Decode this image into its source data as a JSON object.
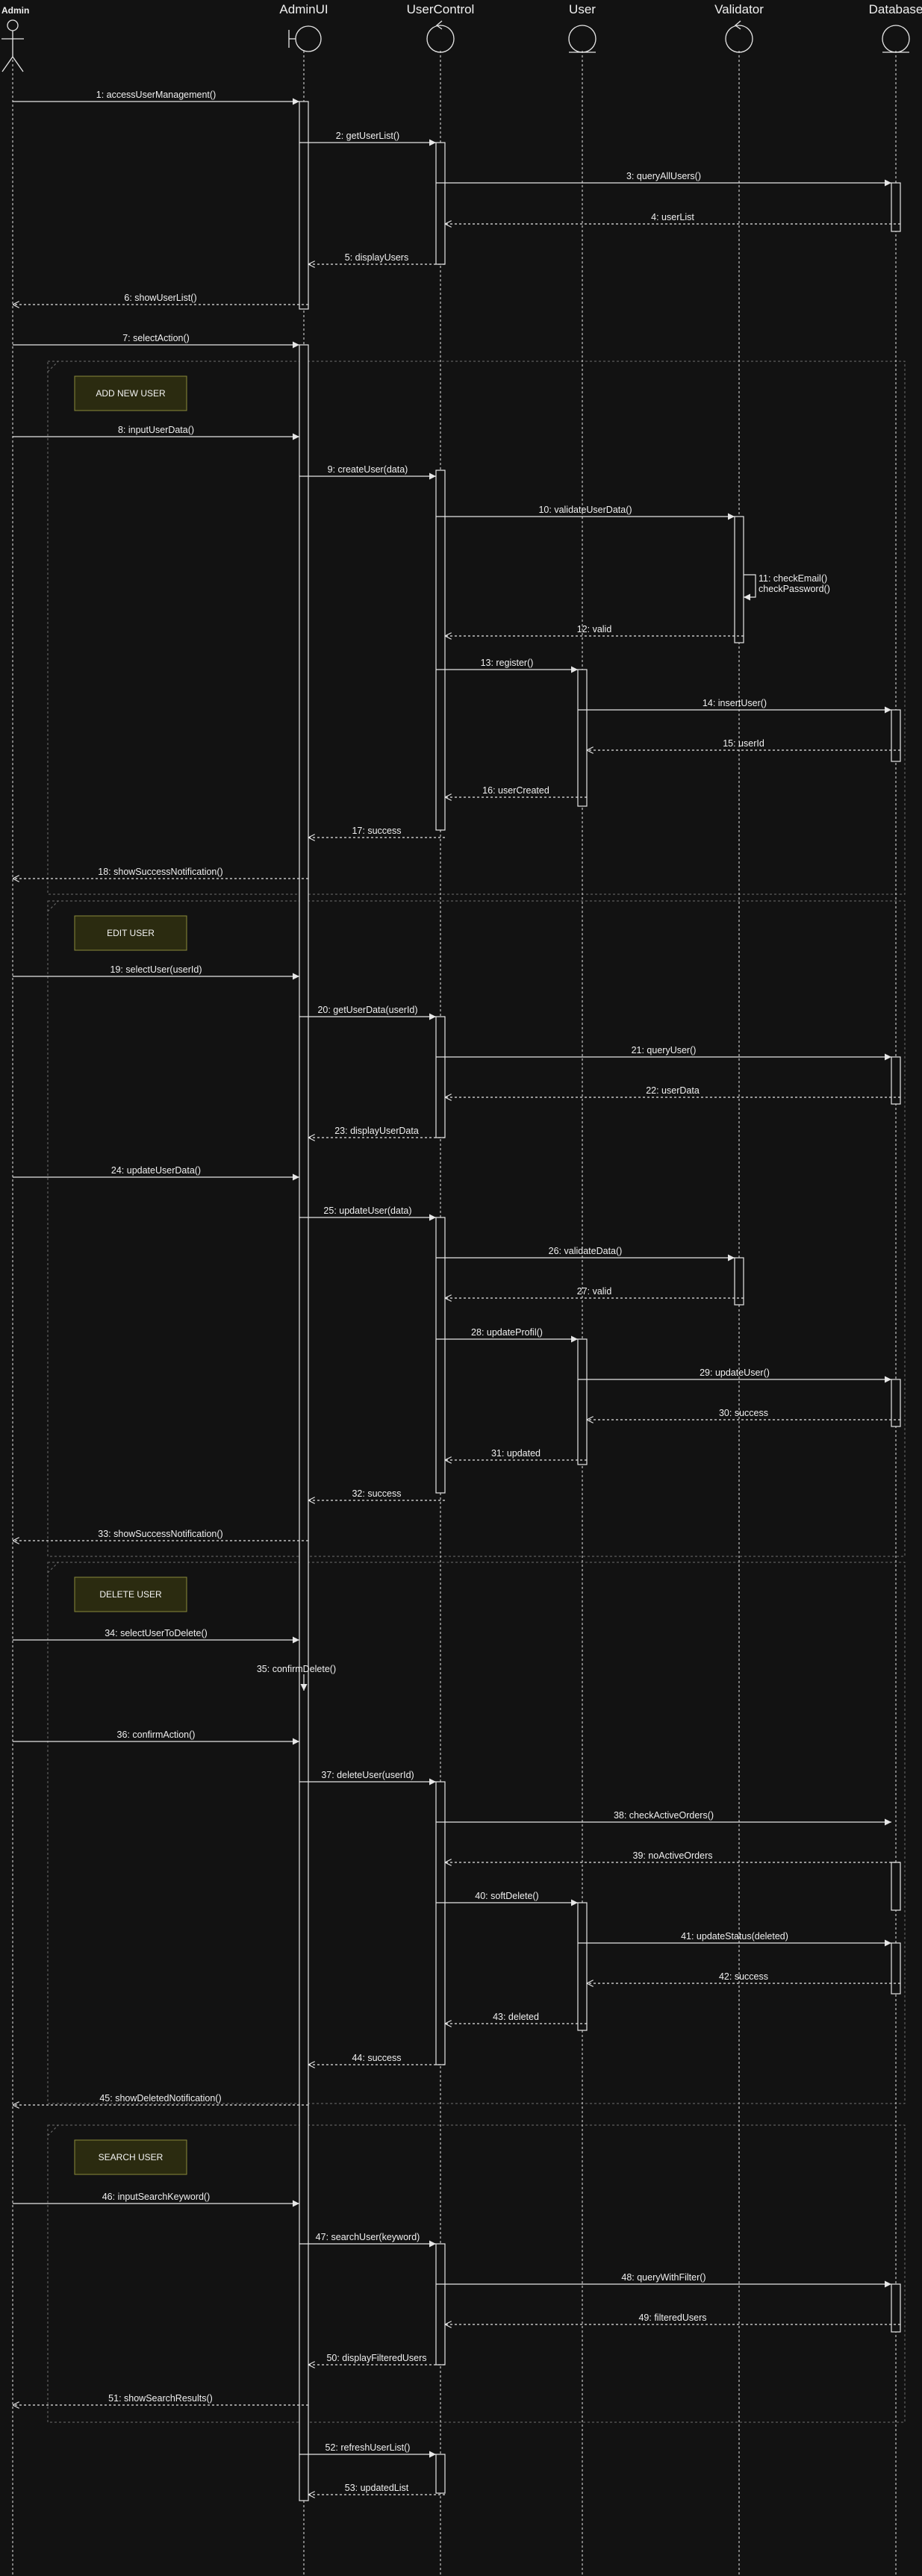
{
  "participants": [
    {
      "id": "admin",
      "label": "Admin",
      "type": "actor"
    },
    {
      "id": "adminui",
      "label": "AdminUI",
      "type": "boundary"
    },
    {
      "id": "usercontrol",
      "label": "UserControl",
      "type": "control"
    },
    {
      "id": "user",
      "label": "User",
      "type": "entity"
    },
    {
      "id": "validator",
      "label": "Validator",
      "type": "control"
    },
    {
      "id": "database",
      "label": "Database",
      "type": "entity"
    }
  ],
  "fragments": [
    {
      "label": "ADD NEW USER"
    },
    {
      "label": "EDIT USER"
    },
    {
      "label": "DELETE USER"
    },
    {
      "label": "SEARCH USER"
    }
  ],
  "messages": [
    {
      "from": "admin",
      "to": "adminui",
      "label": "1: accessUserManagement()",
      "return": false
    },
    {
      "from": "adminui",
      "to": "usercontrol",
      "label": "2: getUserList()",
      "return": false
    },
    {
      "from": "usercontrol",
      "to": "database",
      "label": "3: queryAllUsers()",
      "return": false
    },
    {
      "from": "database",
      "to": "usercontrol",
      "label": "4: userList",
      "return": true
    },
    {
      "from": "usercontrol",
      "to": "adminui",
      "label": "5: displayUsers",
      "return": true
    },
    {
      "from": "adminui",
      "to": "admin",
      "label": "6: showUserList()",
      "return": true
    },
    {
      "from": "admin",
      "to": "adminui",
      "label": "7: selectAction()",
      "return": false
    },
    {
      "from": "admin",
      "to": "adminui",
      "label": "8: inputUserData()",
      "return": false
    },
    {
      "from": "adminui",
      "to": "usercontrol",
      "label": "9: createUser(data)",
      "return": false
    },
    {
      "from": "usercontrol",
      "to": "validator",
      "label": "10: validateUserData()",
      "return": false
    },
    {
      "from": "validator",
      "to": "validator",
      "label": "11: checkEmail()\ncheckPassword()",
      "return": false
    },
    {
      "from": "validator",
      "to": "usercontrol",
      "label": "12: valid",
      "return": true
    },
    {
      "from": "usercontrol",
      "to": "user",
      "label": "13: register()",
      "return": false
    },
    {
      "from": "user",
      "to": "database",
      "label": "14: insertUser()",
      "return": false
    },
    {
      "from": "database",
      "to": "user",
      "label": "15: userId",
      "return": true
    },
    {
      "from": "user",
      "to": "usercontrol",
      "label": "16: userCreated",
      "return": true
    },
    {
      "from": "usercontrol",
      "to": "adminui",
      "label": "17: success",
      "return": true
    },
    {
      "from": "adminui",
      "to": "admin",
      "label": "18: showSuccessNotification()",
      "return": true
    },
    {
      "from": "admin",
      "to": "adminui",
      "label": "19: selectUser(userId)",
      "return": false
    },
    {
      "from": "adminui",
      "to": "usercontrol",
      "label": "20: getUserData(userId)",
      "return": false
    },
    {
      "from": "usercontrol",
      "to": "database",
      "label": "21: queryUser()",
      "return": false
    },
    {
      "from": "database",
      "to": "usercontrol",
      "label": "22: userData",
      "return": true
    },
    {
      "from": "usercontrol",
      "to": "adminui",
      "label": "23: displayUserData",
      "return": true
    },
    {
      "from": "admin",
      "to": "adminui",
      "label": "24: updateUserData()",
      "return": false
    },
    {
      "from": "adminui",
      "to": "usercontrol",
      "label": "25: updateUser(data)",
      "return": false
    },
    {
      "from": "usercontrol",
      "to": "validator",
      "label": "26: validateData()",
      "return": false
    },
    {
      "from": "validator",
      "to": "usercontrol",
      "label": "27: valid",
      "return": true
    },
    {
      "from": "usercontrol",
      "to": "user",
      "label": "28: updateProfil()",
      "return": false
    },
    {
      "from": "user",
      "to": "database",
      "label": "29: updateUser()",
      "return": false
    },
    {
      "from": "database",
      "to": "user",
      "label": "30: success",
      "return": true
    },
    {
      "from": "user",
      "to": "usercontrol",
      "label": "31: updated",
      "return": true
    },
    {
      "from": "usercontrol",
      "to": "adminui",
      "label": "32: success",
      "return": true
    },
    {
      "from": "adminui",
      "to": "admin",
      "label": "33: showSuccessNotification()",
      "return": true
    },
    {
      "from": "admin",
      "to": "adminui",
      "label": "34: selectUserToDelete()",
      "return": false
    },
    {
      "from": "adminui",
      "to": "adminui",
      "label": "35: confirmDelete()",
      "return": false
    },
    {
      "from": "admin",
      "to": "adminui",
      "label": "36: confirmAction()",
      "return": false
    },
    {
      "from": "adminui",
      "to": "usercontrol",
      "label": "37: deleteUser(userId)",
      "return": false
    },
    {
      "from": "usercontrol",
      "to": "database",
      "label": "38: checkActiveOrders()",
      "return": false
    },
    {
      "from": "database",
      "to": "usercontrol",
      "label": "39: noActiveOrders",
      "return": true
    },
    {
      "from": "usercontrol",
      "to": "user",
      "label": "40: softDelete()",
      "return": false
    },
    {
      "from": "user",
      "to": "database",
      "label": "41: updateStatus(deleted)",
      "return": false
    },
    {
      "from": "database",
      "to": "user",
      "label": "42: success",
      "return": true
    },
    {
      "from": "user",
      "to": "usercontrol",
      "label": "43: deleted",
      "return": true
    },
    {
      "from": "usercontrol",
      "to": "adminui",
      "label": "44: success",
      "return": true
    },
    {
      "from": "adminui",
      "to": "admin",
      "label": "45: showDeletedNotification()",
      "return": true
    },
    {
      "from": "admin",
      "to": "adminui",
      "label": "46: inputSearchKeyword()",
      "return": false
    },
    {
      "from": "adminui",
      "to": "usercontrol",
      "label": "47: searchUser(keyword)",
      "return": false
    },
    {
      "from": "usercontrol",
      "to": "database",
      "label": "48: queryWithFilter()",
      "return": false
    },
    {
      "from": "database",
      "to": "usercontrol",
      "label": "49: filteredUsers",
      "return": true
    },
    {
      "from": "usercontrol",
      "to": "adminui",
      "label": "50: displayFilteredUsers",
      "return": true
    },
    {
      "from": "adminui",
      "to": "admin",
      "label": "51: showSearchResults()",
      "return": true
    },
    {
      "from": "adminui",
      "to": "usercontrol",
      "label": "52: refreshUserList()",
      "return": false
    },
    {
      "from": "usercontrol",
      "to": "adminui",
      "label": "53: updatedList",
      "return": true
    }
  ],
  "colors": {
    "background": "#121212",
    "line": "#e6e6e6",
    "fragment_border": "#6e6e6e",
    "fragment_fill": "#2b2b10",
    "fragment_stroke": "#8a8a3a",
    "activation_fill": "#121212"
  }
}
